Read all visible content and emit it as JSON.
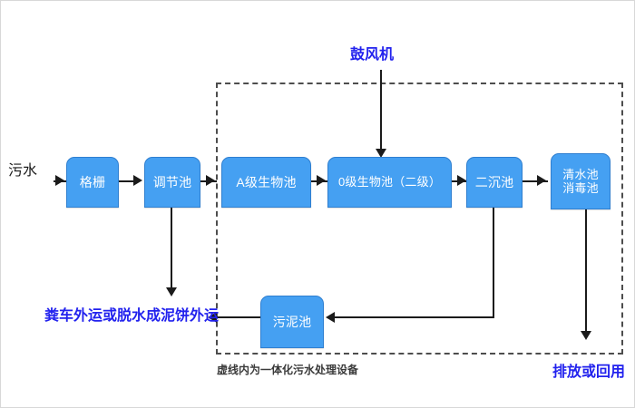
{
  "diagram": {
    "title_note": "虚线内为一体化污水处理设备",
    "enclosure_name": "integrated-sewage-treatment-equipment",
    "colors": {
      "node_fill": "#45a0f2",
      "node_border": "#2f7fd0",
      "node_text": "#ffffff",
      "accent_label": "#2222ee",
      "connector": "#1b1b1b",
      "dashed_border": "#4d4d4d",
      "background": "#ffffff"
    },
    "nodes": [
      {
        "id": "grille",
        "label": "格栅"
      },
      {
        "id": "regulating",
        "label": "调节池"
      },
      {
        "id": "a-stage-bio",
        "label": "A级生物池"
      },
      {
        "id": "o-stage-bio",
        "label": "0级生物池（二级）"
      },
      {
        "id": "second-settle",
        "label": "二沉池"
      },
      {
        "id": "clear-water",
        "label": "清水池\n消毒池"
      },
      {
        "id": "sludge",
        "label": "污泥池"
      }
    ],
    "labels": {
      "inlet": "污水",
      "blower": "鼓风机",
      "sludge_disposal": "粪车外运或脱水成泥饼外运",
      "discharge": "排放或回用",
      "enclosure_caption": "虚线内为一体化污水处理设备"
    }
  }
}
